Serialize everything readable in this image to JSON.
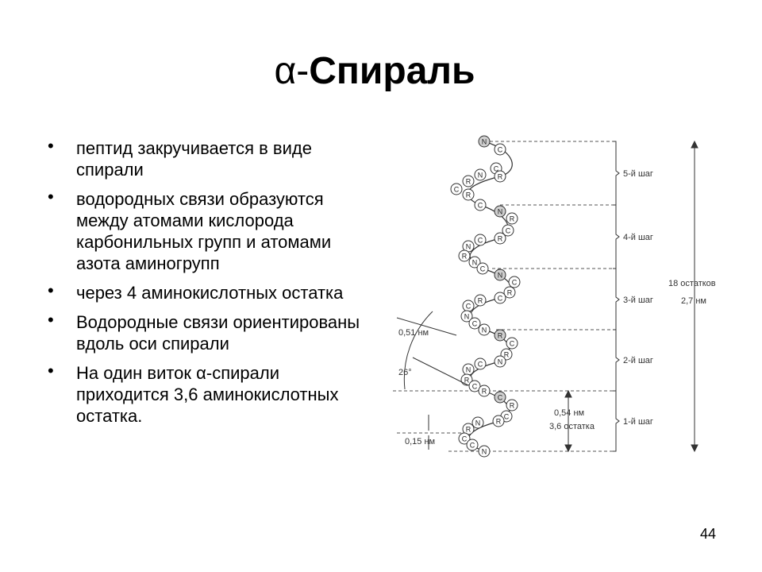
{
  "title": {
    "alpha": "α-",
    "word": "Спираль"
  },
  "bullets": [
    "пептид закручивается в виде спирали",
    "водородных связи образуются между атомами кислорода карбонильных групп и атомами азота аминогрупп",
    "через 4 аминокислотных остатка",
    "Водородные связи ориентированы вдоль оси спирали",
    "На один виток α-спирали приходится 3,6 аминокислотных остатка."
  ],
  "bullet_char": "•",
  "diagram": {
    "turns": [
      "5-й шаг",
      "4-й шаг",
      "3-й шаг",
      "2-й шаг",
      "1-й шаг"
    ],
    "total_residues": "18 остатков",
    "total_length": "2,7 нм",
    "rise_length": "0,54 нм",
    "rise_residues": "3,6 остатка",
    "width_left": "0,51 нм",
    "angle": "26°",
    "residue_rise": "0,15 нм",
    "atom_labels": {
      "n": "N",
      "c": "C",
      "r": "R"
    }
  },
  "page_number": "44"
}
